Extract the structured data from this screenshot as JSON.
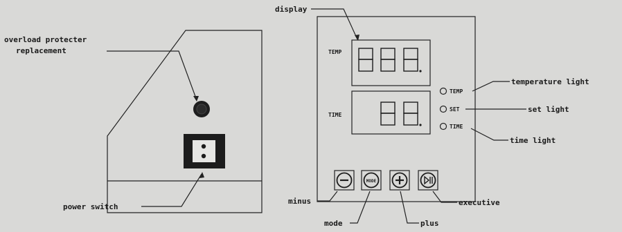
{
  "left_panel": {
    "overload_label_line1": "overload protecter",
    "overload_label_line2": "replacement",
    "power_switch_label": "power switch"
  },
  "display_panel": {
    "display_label": "display",
    "temp_row_label": "TEMP",
    "time_row_label": "TIME",
    "lights": [
      {
        "label": "TEMP",
        "callout": "temperature light"
      },
      {
        "label": "SET",
        "callout": "set light"
      },
      {
        "label": "TIME",
        "callout": "time light"
      }
    ],
    "buttons": [
      {
        "symbol": "−",
        "callout": "minus"
      },
      {
        "symbol": "MODE",
        "callout": "mode"
      },
      {
        "symbol": "+",
        "callout": "plus"
      },
      {
        "symbol": "▷ǁ",
        "callout": "executive"
      }
    ]
  }
}
